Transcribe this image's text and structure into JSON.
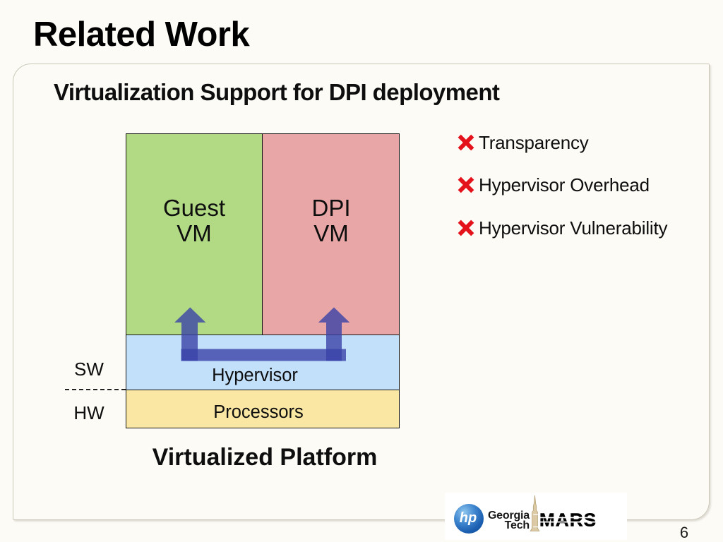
{
  "slide": {
    "title": "Related Work",
    "page_number": "6"
  },
  "content": {
    "heading": "Virtualization Support for DPI deployment",
    "bullets": [
      {
        "icon": "red-cross-x",
        "label": "Transparency"
      },
      {
        "icon": "red-cross-x",
        "label": "Hypervisor Overhead"
      },
      {
        "icon": "red-cross-x",
        "label": "Hypervisor Vulnerability"
      }
    ]
  },
  "diagram": {
    "caption": "Virtualized Platform",
    "guest_vm": {
      "line1": "Guest",
      "line2": "VM"
    },
    "dpi_vm": {
      "line1": "DPI",
      "line2": "VM"
    },
    "hypervisor_label": "Hypervisor",
    "processors_label": "Processors",
    "software_label": "SW",
    "hardware_label": "HW"
  },
  "footer": {
    "hp_logo_text": "hp",
    "georgia_tech_line1": "Georgia",
    "georgia_tech_line2": "Tech",
    "mars_logo_text": "MARS"
  },
  "colors": {
    "page_bg": "#FCFBF6",
    "panel_border": "#CBC8BA",
    "green_box": "#B2DA84",
    "pink_box": "#E9A6A6",
    "blue_box": "#C3E0FB",
    "yellow_box": "#FBE7A4",
    "arrow": "#3A42A8",
    "x_red": "#E4131B"
  }
}
